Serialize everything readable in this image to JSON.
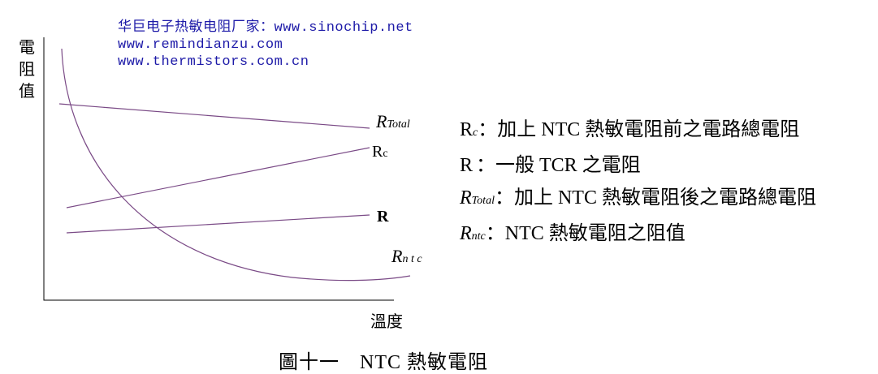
{
  "header": {
    "line1": "华巨电子热敏电阻厂家：www.sinochip.net",
    "line2": "www.remindianzu.com",
    "line3": "www.thermistors.com.cn"
  },
  "axes": {
    "y_label_chars": [
      "電",
      "阻",
      "值"
    ],
    "x_label": "溫度"
  },
  "curves": {
    "rtotal": {
      "main": "R",
      "sub": "Total"
    },
    "rc": {
      "main": "R",
      "sub": "c"
    },
    "r": {
      "main": "R"
    },
    "rntc": {
      "main": "R",
      "sub": "n t c"
    }
  },
  "legend": [
    {
      "main": "R",
      "sub": "c",
      "text": "：加上 NTC 熱敏電阻前之電路總電阻"
    },
    {
      "main": "R",
      "sub": "",
      "text": "：一般 TCR 之電阻"
    },
    {
      "main": "R",
      "sub": "Total",
      "text": "：加上 NTC 熱敏電阻後之電路總電阻"
    },
    {
      "main": "R",
      "sub": "ntc",
      "text": "：NTC 熱敏電阻之阻值"
    }
  ],
  "caption": "圖十一　NTC 熱敏電阻",
  "colors": {
    "header": "#1d1aa8",
    "curve": "#7a4a86"
  }
}
